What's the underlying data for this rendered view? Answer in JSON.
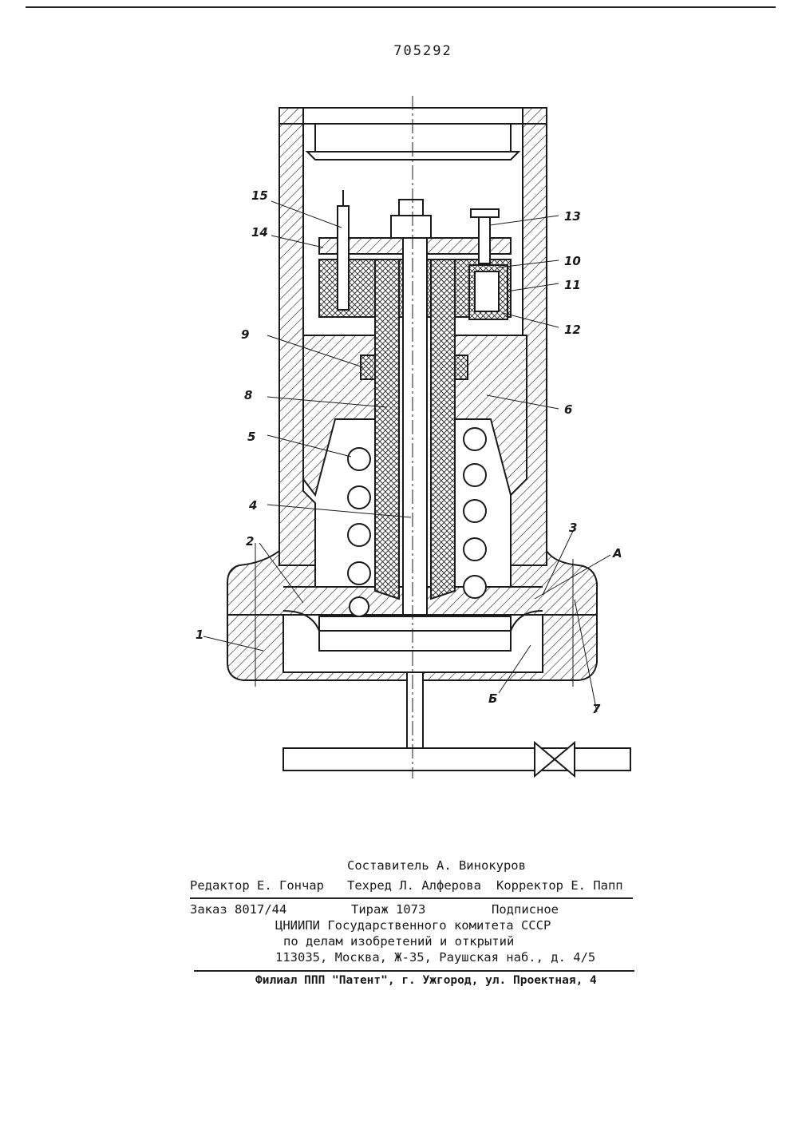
{
  "patent_number": "705292",
  "figure_labels": {
    "l1": "1",
    "l2": "2",
    "l3": "3",
    "l4": "4",
    "l5": "5",
    "l6": "6",
    "l7": "7",
    "l8": "8",
    "l9": "9",
    "l10": "10",
    "l11": "11",
    "l12": "12",
    "l13": "13",
    "l14": "14",
    "l15": "15",
    "lA": "А",
    "lB": "Б"
  },
  "colophon": {
    "compiler": "Составитель А. Винокуров",
    "editor": "Редактор Е. Гончар",
    "techred": "Техред Л. Алферова",
    "corrector": "Корректор Е. Папп",
    "order": "Заказ 8017/44",
    "circulation": "Тираж 1073",
    "subscription": "Подписное",
    "org_line1": "ЦНИИПИ Государственного комитета СССР",
    "org_line2": "по делам изобретений и открытий",
    "org_address": "113035, Москва, Ж-35, Раушская наб., д. 4/5",
    "branch": "Филиал ППП \"Патент\", г. Ужгород, ул. Проектная, 4"
  }
}
